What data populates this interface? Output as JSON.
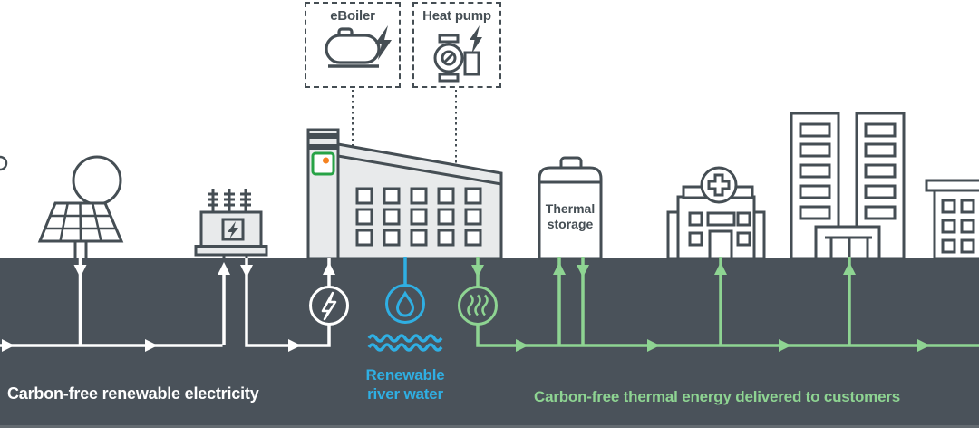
{
  "callouts": [
    {
      "label": "eBoiler",
      "icon": "eboiler-tank-icon"
    },
    {
      "label": "Heat pump",
      "icon": "heat-pump-icon"
    }
  ],
  "storage": {
    "label": "Thermal storage"
  },
  "flows": {
    "electricity": {
      "label": "Carbon-free renewable electricity",
      "color": "#ffffff",
      "icon": "lightning-bolt-icon"
    },
    "river_water": {
      "label_line1": "Renewable",
      "label_line2": "river water",
      "color": "#2fafe3",
      "icon": "water-drop-icon"
    },
    "thermal": {
      "label": "Carbon-free thermal energy delivered to customers",
      "color": "#8ed492",
      "icon": "heat-waves-icon"
    }
  },
  "colors": {
    "ground": "#4a525a",
    "outline": "#454e54",
    "building_fill": "#e8eaeb",
    "indicator_green": "#27a346",
    "indicator_orange": "#f58220",
    "water_blue": "#2fafe3",
    "thermal_green": "#8ed492",
    "electricity_white": "#ffffff"
  }
}
